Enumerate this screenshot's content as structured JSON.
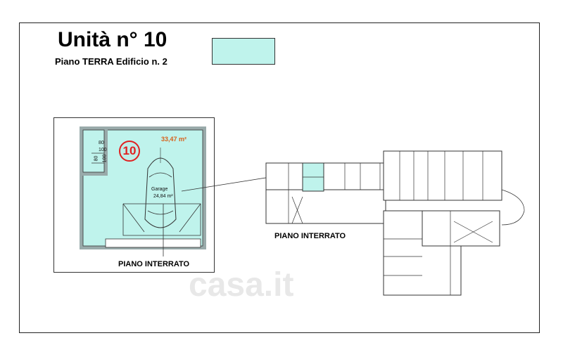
{
  "header": {
    "title": "Unità n° 10",
    "subtitle": "Piano TERRA Edificio n. 2"
  },
  "legend": {
    "swatch_color": "#bff3ec"
  },
  "detail": {
    "unit_number": "10",
    "area": "33,47 m²",
    "dimensions": [
      "80",
      "100",
      "80",
      "100"
    ],
    "room_name": "Garage",
    "room_area": "24,84 m²",
    "floor_label": "PIANO INTERRATO"
  },
  "plan": {
    "floor_label": "PIANO INTERRATO",
    "highlight_color": "#bff3ec"
  },
  "watermark": {
    "text": "casa.it"
  }
}
